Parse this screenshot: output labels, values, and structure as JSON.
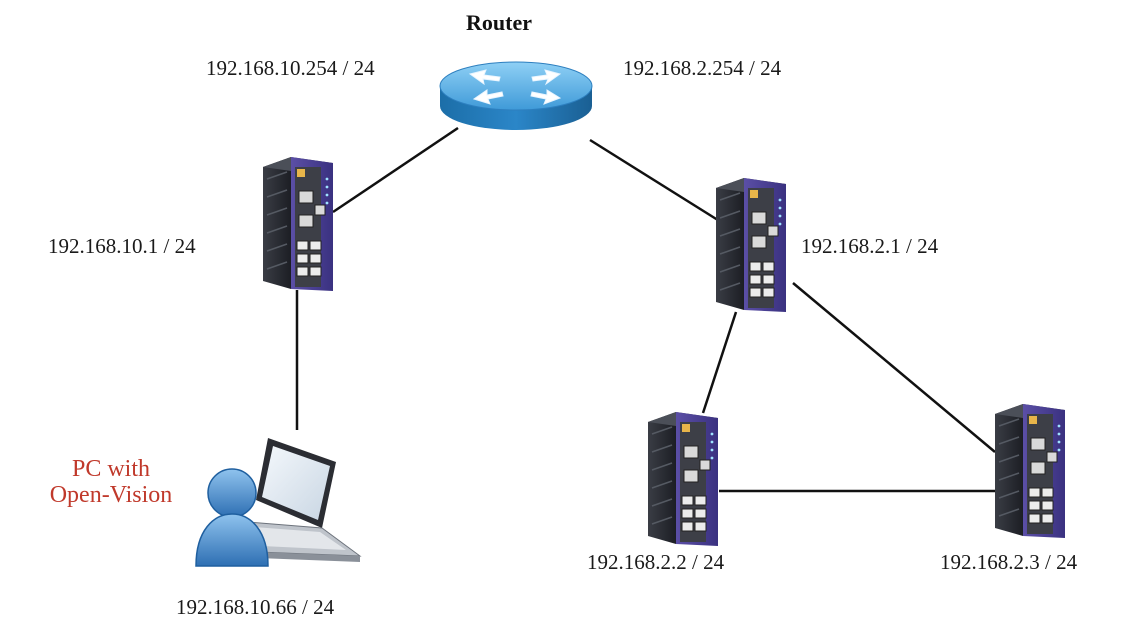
{
  "router": {
    "title": "Router",
    "left_ip": "192.168.10.254 / 24",
    "right_ip": "192.168.2.254 / 24"
  },
  "switches": {
    "sw_left": {
      "ip": "192.168.10.1 / 24"
    },
    "sw_top_right": {
      "ip": "192.168.2.1 / 24"
    },
    "sw_bottom_left": {
      "ip": "192.168.2.2 / 24"
    },
    "sw_bottom_right": {
      "ip": "192.168.2.3 / 24"
    }
  },
  "pc": {
    "label_line1": "PC with",
    "label_line2": "Open-Vision",
    "ip": "192.168.10.66 / 24"
  },
  "colors": {
    "pc_label": "#c0392b",
    "router_top": "#63b3e6",
    "router_side": "#1f78b9",
    "switch_body": "#2b2e36",
    "switch_face": "#4a3f8f",
    "link": "#111111"
  }
}
